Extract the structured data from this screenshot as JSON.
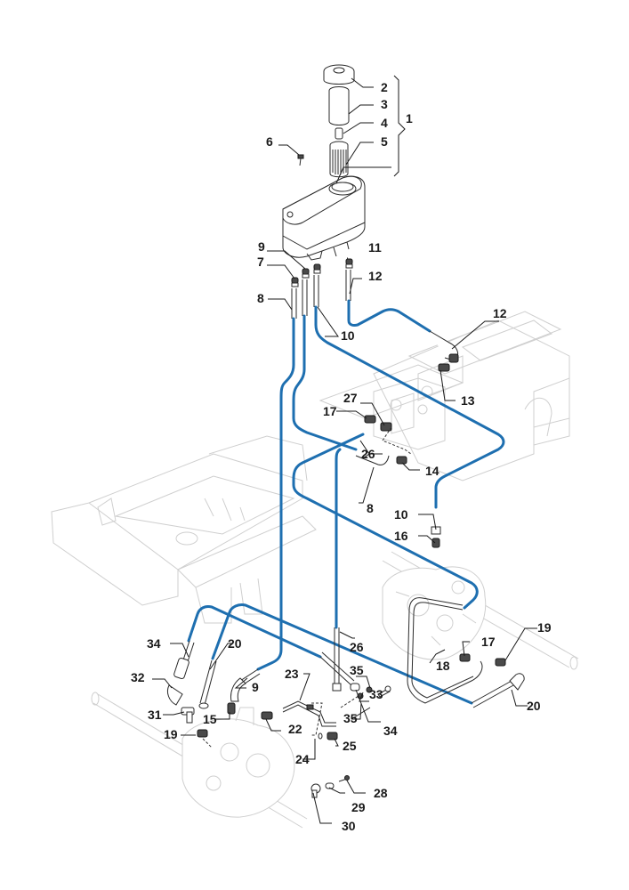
{
  "diagram": {
    "title": "",
    "hose_color": "#1e6fb0",
    "callouts": [
      {
        "id": "c1",
        "text": "1"
      },
      {
        "id": "c2",
        "text": "2"
      },
      {
        "id": "c3",
        "text": "3"
      },
      {
        "id": "c4",
        "text": "4"
      },
      {
        "id": "c5",
        "text": "5"
      },
      {
        "id": "c6",
        "text": "6"
      },
      {
        "id": "c7",
        "text": "7"
      },
      {
        "id": "c8a",
        "text": "8"
      },
      {
        "id": "c8b",
        "text": "8"
      },
      {
        "id": "c9a",
        "text": "9"
      },
      {
        "id": "c9b",
        "text": "9"
      },
      {
        "id": "c10a",
        "text": "10"
      },
      {
        "id": "c10b",
        "text": "10"
      },
      {
        "id": "c11",
        "text": "11"
      },
      {
        "id": "c12a",
        "text": "12"
      },
      {
        "id": "c12b",
        "text": "12"
      },
      {
        "id": "c13",
        "text": "13"
      },
      {
        "id": "c14",
        "text": "14"
      },
      {
        "id": "c15",
        "text": "15"
      },
      {
        "id": "c16",
        "text": "16"
      },
      {
        "id": "c17a",
        "text": "17"
      },
      {
        "id": "c17b",
        "text": "17"
      },
      {
        "id": "c18",
        "text": "18"
      },
      {
        "id": "c19a",
        "text": "19"
      },
      {
        "id": "c19b",
        "text": "19"
      },
      {
        "id": "c20a",
        "text": "20"
      },
      {
        "id": "c20b",
        "text": "20"
      },
      {
        "id": "c22",
        "text": "22"
      },
      {
        "id": "c23",
        "text": "23"
      },
      {
        "id": "c24",
        "text": "24"
      },
      {
        "id": "c25",
        "text": "25"
      },
      {
        "id": "c26a",
        "text": "26"
      },
      {
        "id": "c26b",
        "text": "26"
      },
      {
        "id": "c27",
        "text": "27"
      },
      {
        "id": "c28",
        "text": "28"
      },
      {
        "id": "c29",
        "text": "29"
      },
      {
        "id": "c30",
        "text": "30"
      },
      {
        "id": "c31",
        "text": "31"
      },
      {
        "id": "c32",
        "text": "32"
      },
      {
        "id": "c33",
        "text": "33"
      },
      {
        "id": "c34a",
        "text": "34"
      },
      {
        "id": "c34b",
        "text": "34"
      },
      {
        "id": "c35a",
        "text": "35"
      },
      {
        "id": "c35b",
        "text": "35"
      }
    ]
  }
}
